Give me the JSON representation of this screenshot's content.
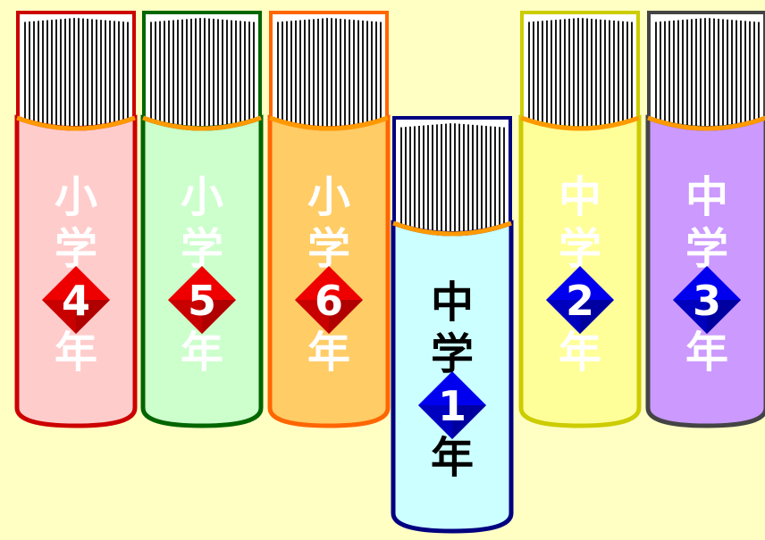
{
  "colors": {
    "background": "#ffffc4",
    "page_lines": "#1a1a1a",
    "page_base": "#ffffff",
    "rim": "#ff9900"
  },
  "books": [
    {
      "id": "sho4",
      "line1": "小",
      "line2": "学",
      "number": "4",
      "line3": "年",
      "fill": "#ffcccc",
      "border": "#cc0000",
      "text": "#ffffff",
      "diamond": "#ee0000",
      "diamond_dark": "#b00000"
    },
    {
      "id": "sho5",
      "line1": "小",
      "line2": "学",
      "number": "5",
      "line3": "年",
      "fill": "#ccffcc",
      "border": "#006600",
      "text": "#ffffff",
      "diamond": "#ee0000",
      "diamond_dark": "#b00000"
    },
    {
      "id": "sho6",
      "line1": "小",
      "line2": "学",
      "number": "6",
      "line3": "年",
      "fill": "#ffcc66",
      "border": "#ff6600",
      "text": "#ffffff",
      "diamond": "#ee0000",
      "diamond_dark": "#b00000"
    },
    {
      "id": "chu1",
      "line1": "中",
      "line2": "学",
      "number": "1",
      "line3": "年",
      "fill": "#ccffff",
      "border": "#000080",
      "text": "#000000",
      "diamond": "#0000ee",
      "diamond_dark": "#0000a0"
    },
    {
      "id": "chu2",
      "line1": "中",
      "line2": "学",
      "number": "2",
      "line3": "年",
      "fill": "#ffff99",
      "border": "#cccc00",
      "text": "#ffffff",
      "diamond": "#0000ee",
      "diamond_dark": "#0000a0"
    },
    {
      "id": "chu3",
      "line1": "中",
      "line2": "学",
      "number": "3",
      "line3": "年",
      "fill": "#cc99ff",
      "border": "#444444",
      "text": "#ffffff",
      "diamond": "#0000ee",
      "diamond_dark": "#0000a0"
    }
  ]
}
